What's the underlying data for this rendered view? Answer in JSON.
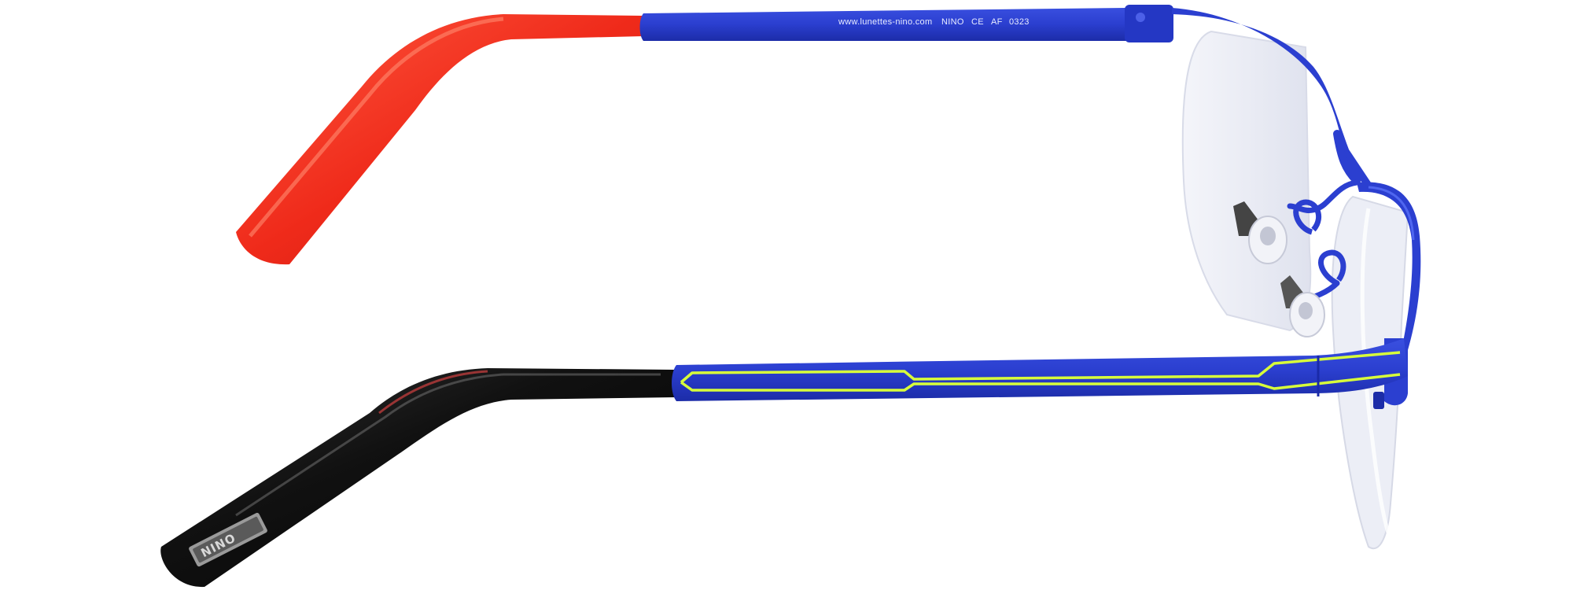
{
  "photo": {
    "subject": "glasses-side-view",
    "colors": {
      "frame_blue": "#2b3fd0",
      "frame_blue_dark": "#1a2aa8",
      "stripe_yellow": "#d8ff3a",
      "tip_red": "#ef2a1a",
      "tip_black": "#111111",
      "lens": "#eef0f6"
    }
  },
  "temple_imprint": {
    "url": "www.lunettes-nino.com",
    "model": "NINO",
    "ce": "CE",
    "code": "AF",
    "ref": "0323"
  },
  "logo": {
    "text": "NINO"
  }
}
